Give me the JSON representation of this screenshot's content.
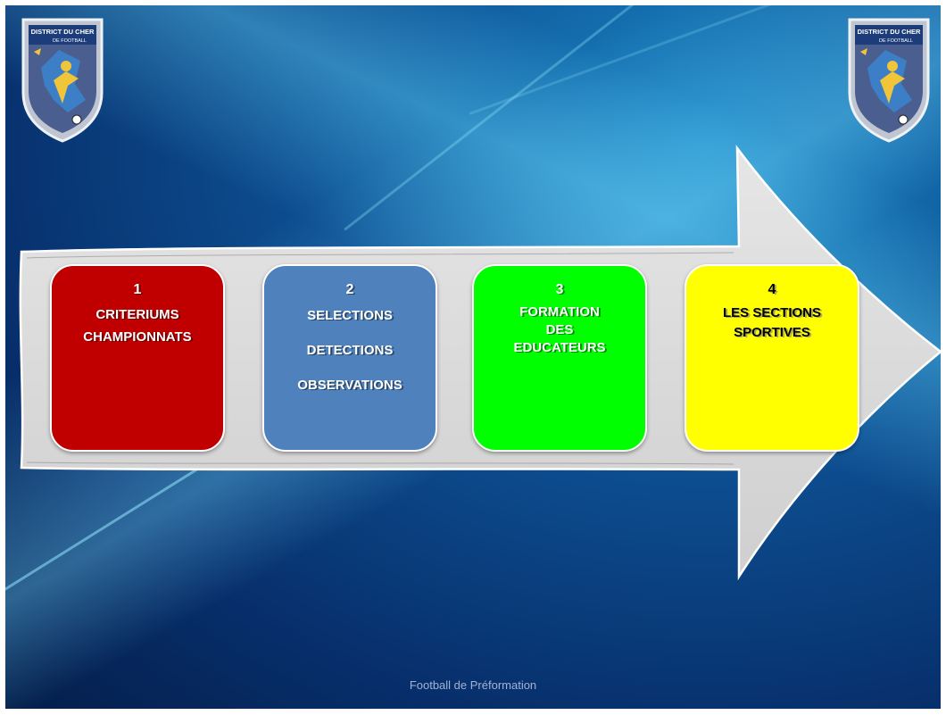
{
  "logo": {
    "line1": "DISTRICT DU CHER",
    "line2": "DE FOOTBALL"
  },
  "steps": [
    {
      "number": "1",
      "lines": [
        "CRITERIUMS",
        "CHAMPIONNATS"
      ],
      "color": "#c00000"
    },
    {
      "number": "2",
      "lines": [
        "SELECTIONS",
        "DETECTIONS",
        "OBSERVATIONS"
      ],
      "color": "#4f81bd"
    },
    {
      "number": "3",
      "lines": [
        "FORMATION",
        "DES",
        "EDUCATEURS"
      ],
      "color": "#00ff00"
    },
    {
      "number": "4",
      "lines": [
        "LES SECTIONS",
        "SPORTIVES"
      ],
      "color": "#ffff00"
    }
  ],
  "footer": "Football de Préformation"
}
